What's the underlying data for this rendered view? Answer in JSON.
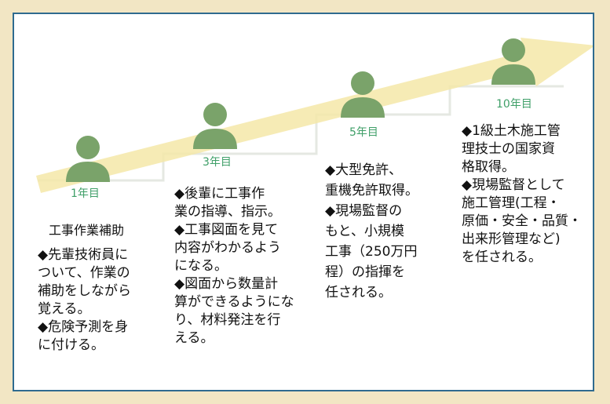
{
  "colors": {
    "page_bg": "#f2e6c4",
    "frame_border": "#2f6b8f",
    "arrow": "#f5e7a8",
    "step_line": "#e5e8e2",
    "person": "#7aa36a",
    "year_label": "#3f9f68"
  },
  "stages": [
    {
      "year": "1年目",
      "heading": "工事作業補助",
      "lines": [
        "◆先輩技術員に",
        "ついて、作業の",
        "補助をしながら",
        "覚える。",
        "◆危険予測を身",
        "に付ける。"
      ]
    },
    {
      "year": "3年目",
      "lines": [
        "◆後輩に工事作",
        "業の指導、指示。",
        "◆工事図面を見て",
        "内容がわかるよう",
        "になる。",
        "◆図面から数量計",
        "算ができるようにな",
        "り、材料発注を行",
        "える。"
      ]
    },
    {
      "year": "5年目",
      "lines": [
        "◆大型免許、",
        "重機免許取得。",
        "◆現場監督の",
        "もと、小規模",
        "工事（250万円",
        "程）の指揮を",
        "任される。"
      ]
    },
    {
      "year": "10年目",
      "lines": [
        "◆1級土木施工管",
        "理技士の国家資",
        "格取得。",
        "◆現場監督として",
        "施工管理(工程・",
        "原価・安全・品質・",
        "出来形管理など)",
        "を任される。"
      ]
    }
  ]
}
